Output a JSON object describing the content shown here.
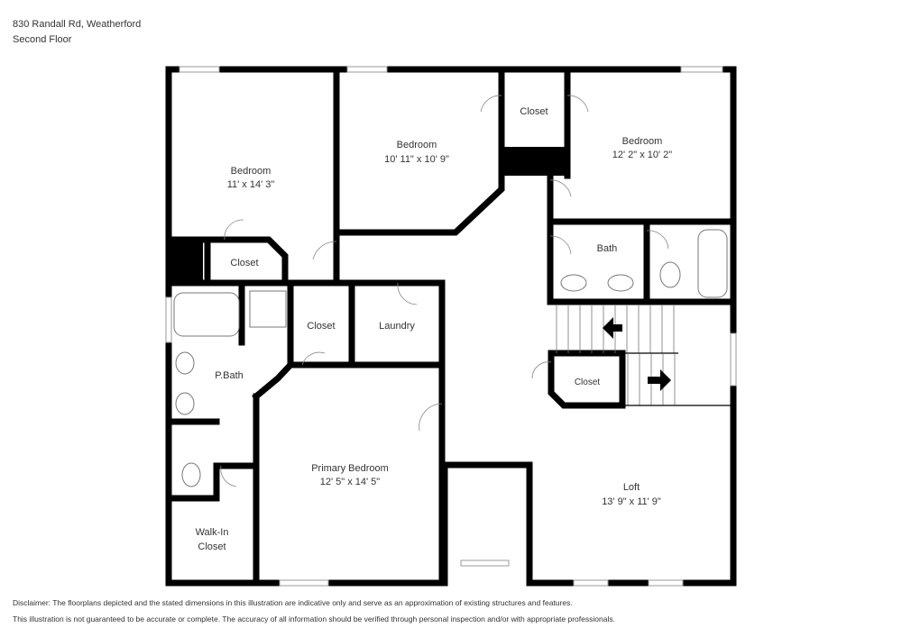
{
  "header": {
    "address": "830 Randall Rd, Weatherford",
    "floor": "Second Floor"
  },
  "rooms": [
    {
      "name": "Bedroom",
      "dims": "11' x 14' 3\""
    },
    {
      "name": "Bedroom",
      "dims": "10' 11\" x 10' 9\""
    },
    {
      "name": "Closet"
    },
    {
      "name": "Bedroom",
      "dims": "12' 2\" x 10' 2\""
    },
    {
      "name": "Closet"
    },
    {
      "name": "Bath"
    },
    {
      "name": "Closet"
    },
    {
      "name": "Laundry"
    },
    {
      "name": "P.Bath"
    },
    {
      "name": "Closet"
    },
    {
      "name": "Primary Bedroom",
      "dims": "12' 5\" x 14' 5\""
    },
    {
      "name": "Walk-In",
      "name2": "Closet"
    },
    {
      "name": "Loft",
      "dims": "13' 9\" x 11' 9\""
    }
  ],
  "disclaimer": {
    "line1": "Disclaimer: The floorplans depicted and the stated dimensions in this illustration are indicative only and serve as an approximation of existing structures and features.",
    "line2": "This illustration is not guaranteed to be accurate or complete. The accuracy of all information should be verified through personal inspection and/or with appropriate professionals."
  }
}
